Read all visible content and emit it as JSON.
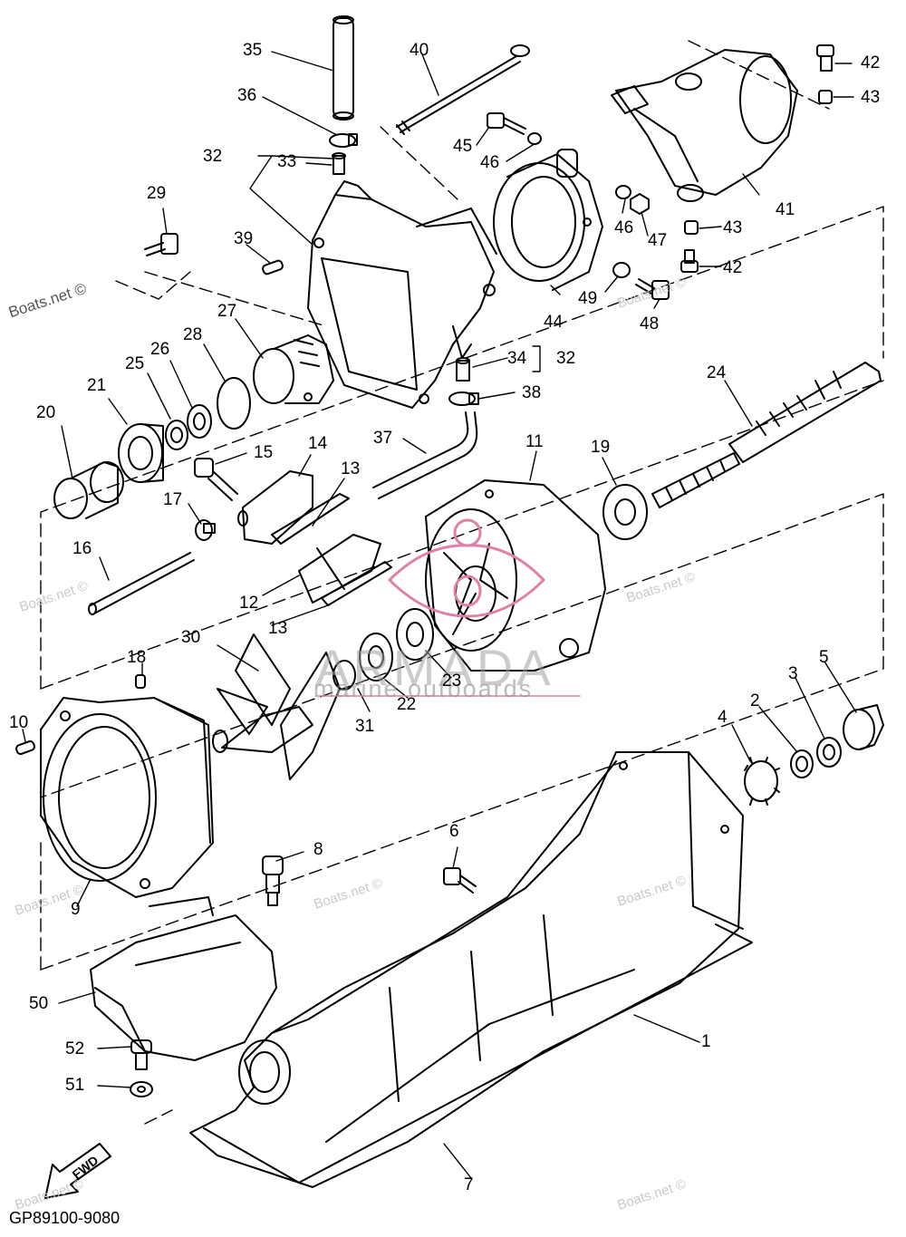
{
  "labels": {
    "p1": "1",
    "p2": "2",
    "p3": "3",
    "p4": "4",
    "p5": "5",
    "p6": "6",
    "p7": "7",
    "p8": "8",
    "p9": "9",
    "p10": "10",
    "p11": "11",
    "p12": "12",
    "p13a": "13",
    "p13b": "13",
    "p14": "14",
    "p15": "15",
    "p16": "16",
    "p17": "17",
    "p18": "18",
    "p19": "19",
    "p20": "20",
    "p21": "21",
    "p22": "22",
    "p23": "23",
    "p24": "24",
    "p25": "25",
    "p26": "26",
    "p27": "27",
    "p28": "28",
    "p29": "29",
    "p30": "30",
    "p31": "31",
    "p32a": "32",
    "p32b": "32",
    "p33": "33",
    "p34": "34",
    "p35": "35",
    "p36": "36",
    "p37": "37",
    "p38": "38",
    "p39": "39",
    "p40": "40",
    "p41": "41",
    "p42a": "42",
    "p42b": "42",
    "p43a": "43",
    "p43b": "43",
    "p44": "44",
    "p45": "45",
    "p46a": "46",
    "p46b": "46",
    "p47": "47",
    "p48": "48",
    "p49": "49",
    "p50": "50",
    "p51": "51",
    "p52": "52"
  },
  "watermarks": {
    "boats": "Boats.net ©"
  },
  "brand": {
    "name": "ARMADA",
    "tagline": "marine outboards",
    "accent_color": "#e07fa8"
  },
  "footer": {
    "ref_code": "GP89100-9080",
    "fwd": "FWD"
  }
}
